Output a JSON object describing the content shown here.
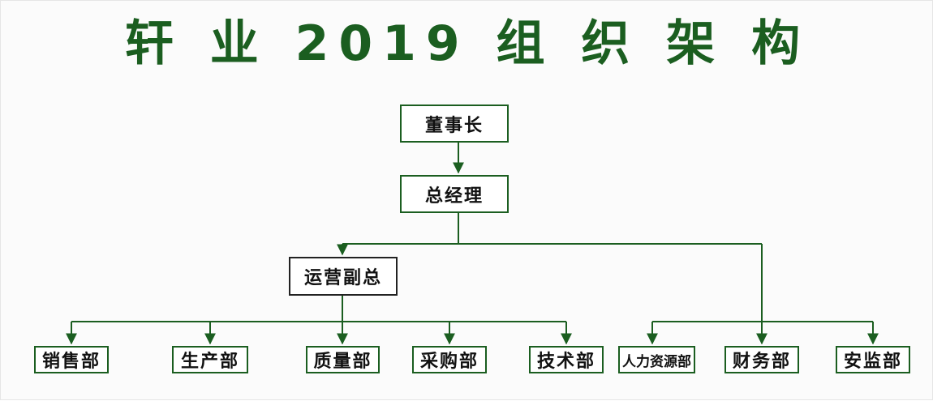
{
  "title": "轩 业 2019 组 织 架 构",
  "colors": {
    "title": "#1b5e20",
    "line": "#1b5e20",
    "box_border": "#1b5e20"
  },
  "nodes": {
    "chairman": "董事长",
    "general_manager": "总经理",
    "ops_vp": "运营副总",
    "sales": "销售部",
    "production": "生产部",
    "quality": "质量部",
    "purchasing": "采购部",
    "technology": "技术部",
    "hr": "人力资源部",
    "finance": "财务部",
    "security": "安监部"
  }
}
